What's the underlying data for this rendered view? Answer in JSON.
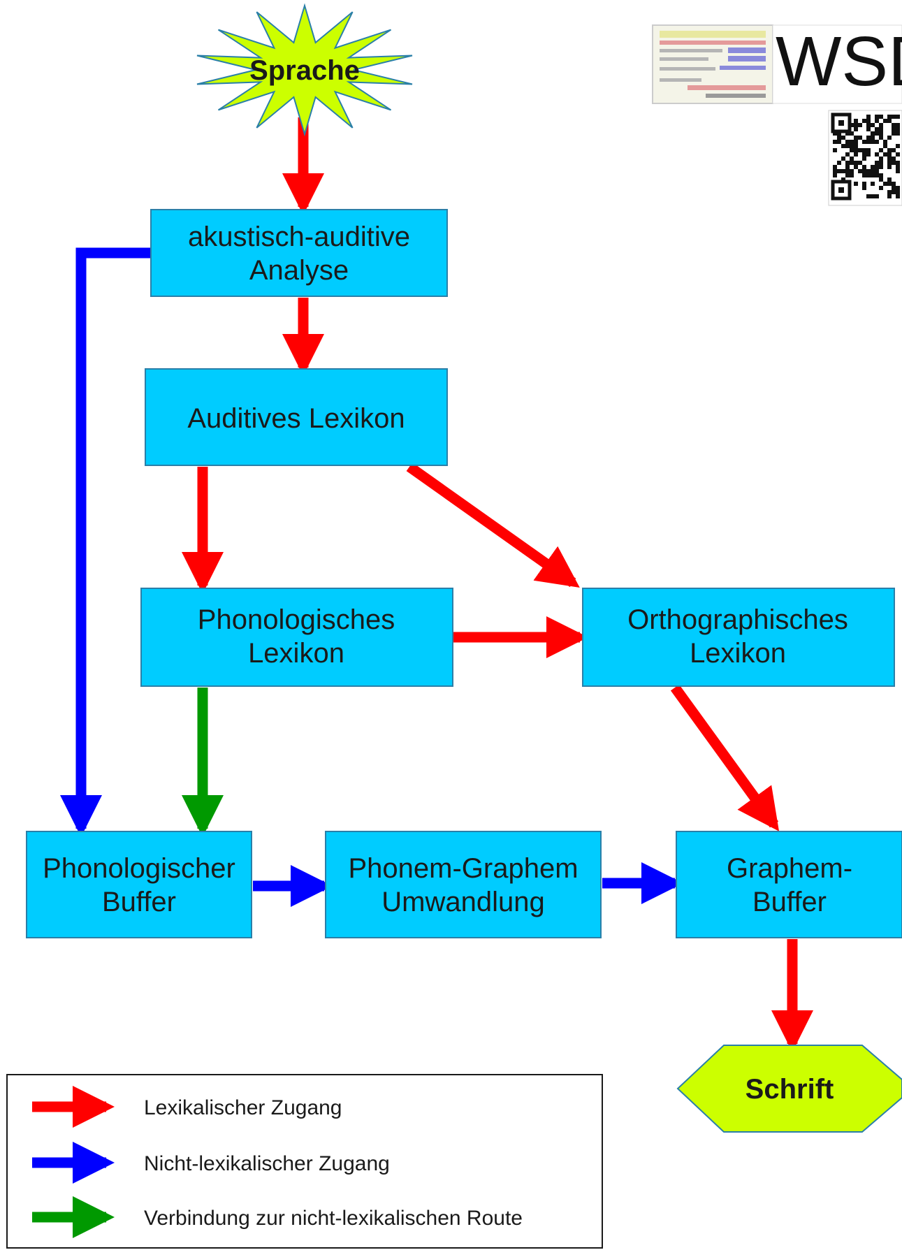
{
  "colors": {
    "box_fill": "#00ccff",
    "box_stroke": "#2a7fa8",
    "terminal_fill": "#ccff00",
    "lexical": "#ff0000",
    "nonlexical": "#0000ff",
    "connection": "#009900"
  },
  "start_node": {
    "label": "Sprache",
    "shape": "star"
  },
  "end_node": {
    "label": "Schrift",
    "shape": "hexagon"
  },
  "boxes": {
    "analyse": {
      "line1": "akustisch-auditive",
      "line2": "Analyse"
    },
    "auditives": {
      "line1": "Auditives Lexikon"
    },
    "phonologisches": {
      "line1": "Phonologisches",
      "line2": "Lexikon"
    },
    "orthographisches": {
      "line1": "Orthographisches",
      "line2": "Lexikon"
    },
    "phon_buffer": {
      "line1": "Phonologischer",
      "line2": "Buffer"
    },
    "pgu": {
      "line1": "Phonem-Graphem",
      "line2": "Umwandlung"
    },
    "graphem_buffer": {
      "line1": "Graphem-",
      "line2": "Buffer"
    }
  },
  "edges": [
    {
      "from": "Sprache",
      "to": "akustisch-auditive Analyse",
      "type": "lexical"
    },
    {
      "from": "akustisch-auditive Analyse",
      "to": "Auditives Lexikon",
      "type": "lexical"
    },
    {
      "from": "akustisch-auditive Analyse",
      "to": "Phonologischer Buffer",
      "type": "nonlexical"
    },
    {
      "from": "Auditives Lexikon",
      "to": "Phonologisches Lexikon",
      "type": "lexical"
    },
    {
      "from": "Auditives Lexikon",
      "to": "Orthographisches Lexikon",
      "type": "lexical"
    },
    {
      "from": "Phonologisches Lexikon",
      "to": "Orthographisches Lexikon",
      "type": "lexical"
    },
    {
      "from": "Phonologisches Lexikon",
      "to": "Phonologischer Buffer",
      "type": "connection"
    },
    {
      "from": "Orthographisches Lexikon",
      "to": "Graphem-Buffer",
      "type": "lexical"
    },
    {
      "from": "Phonologischer Buffer",
      "to": "Phonem-Graphem Umwandlung",
      "type": "nonlexical"
    },
    {
      "from": "Phonem-Graphem Umwandlung",
      "to": "Graphem-Buffer",
      "type": "nonlexical"
    },
    {
      "from": "Graphem-Buffer",
      "to": "Schrift",
      "type": "lexical"
    }
  ],
  "legend": {
    "items": [
      {
        "label": "Lexikalischer Zugang",
        "type": "lexical"
      },
      {
        "label": "Nicht-lexikalischer Zugang",
        "type": "nonlexical"
      },
      {
        "label": "Verbindung zur nicht-lexikalischen Route",
        "type": "connection"
      }
    ]
  },
  "logo": {
    "text": "WSD"
  }
}
